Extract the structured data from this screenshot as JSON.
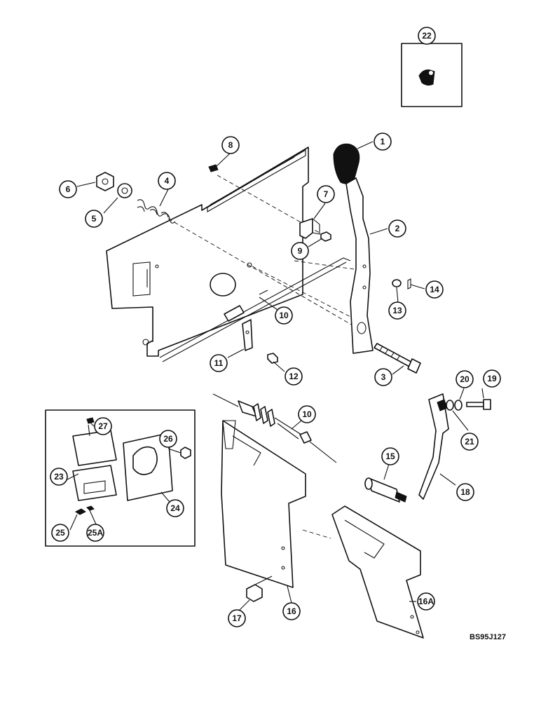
{
  "figure": {
    "reference_code": "BS95J127"
  },
  "callouts": {
    "c1": "1",
    "c2": "2",
    "c3": "3",
    "c4": "4",
    "c5": "5",
    "c6": "6",
    "c7": "7",
    "c8": "8",
    "c9": "9",
    "c10a": "10",
    "c10b": "10",
    "c11": "11",
    "c12": "12",
    "c13": "13",
    "c14": "14",
    "c15": "15",
    "c16": "16",
    "c16a": "16A",
    "c17": "17",
    "c18": "18",
    "c19": "19",
    "c20": "20",
    "c21": "21",
    "c22": "22",
    "c23": "23",
    "c24": "24",
    "c25": "25",
    "c25a": "25A",
    "c26": "26",
    "c27": "27"
  },
  "colors": {
    "ink": "#111111",
    "paper": "#ffffff"
  }
}
